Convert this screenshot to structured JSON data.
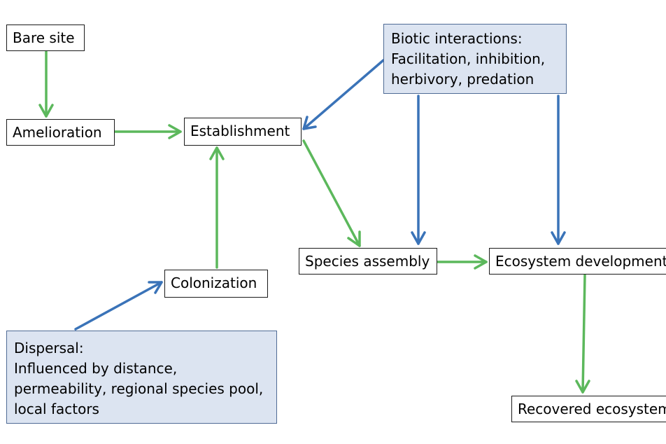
{
  "colors": {
    "green_arrow": "#5cb85c",
    "blue_arrow": "#3a73b8",
    "box_fill": "#ffffff",
    "shaded_box_fill": "#dce4f1"
  },
  "nodes": {
    "bare_site": "Bare site",
    "amelioration": "Amelioration",
    "establishment": "Establishment",
    "colonization": "Colonization",
    "species_assembly": "Species assembly",
    "ecosystem_development": "Ecosystem development",
    "recovered_ecosystem": "Recovered ecosystem",
    "biotic": {
      "line1": "Biotic interactions:",
      "line2": "Facilitation, inhibition,",
      "line3": "herbivory, predation"
    },
    "dispersal": {
      "line1": "Dispersal:",
      "line2": "Influenced by distance,",
      "line3": "permeability, regional species pool,",
      "line4": "local factors"
    }
  }
}
